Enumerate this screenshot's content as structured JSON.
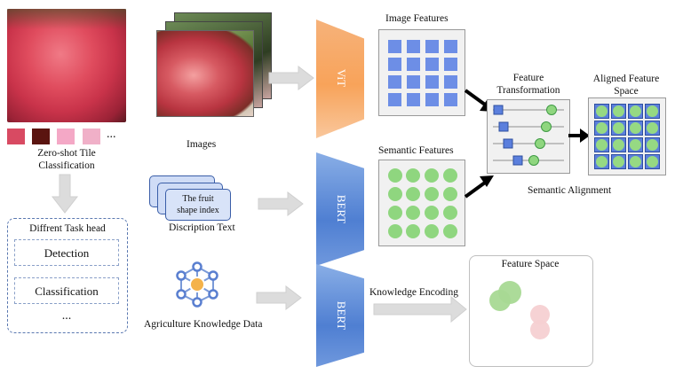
{
  "labels": {
    "zero_shot_line1": "Zero-shot Tile",
    "zero_shot_line2": "Classification",
    "tile_ellipsis": "...",
    "images": "Images",
    "description_text": "Discription Text",
    "card_line1": "The fruit",
    "card_line2": "shape index",
    "agri_knowledge": "Agriculture Knowledge Data",
    "encoder_vit": "ViT",
    "encoder_bert_text": "BERT",
    "encoder_bert_knowledge": "BERT",
    "image_features": "Image Features",
    "semantic_features": "Semantic Features",
    "feature_transformation_line1": "Feature",
    "feature_transformation_line2": "Transformation",
    "aligned_line1": "Aligned Feature",
    "aligned_line2": "Space",
    "semantic_alignment": "Semantic Alignment",
    "knowledge_encoding": "Knowledge Encoding",
    "feature_space": "Feature Space",
    "task_head_title": "Diffrent Task head",
    "task_detection": "Detection",
    "task_classification": "Classification",
    "task_ellipsis": "..."
  },
  "colors": {
    "vit": "#f8a35a",
    "bert": "#4f7fd2",
    "image_feature_square": "#6d8ee6",
    "semantic_feature_dot": "#8fd67f",
    "slider_square": "#5b7fdd",
    "slider_circle": "#8fd67f",
    "feature_space_green": "#a8d994",
    "feature_space_pink": "#f6d0d2",
    "dashed_border": "#5a78b0"
  },
  "icons": {
    "knowledge_graph": "network-graph-icon"
  }
}
